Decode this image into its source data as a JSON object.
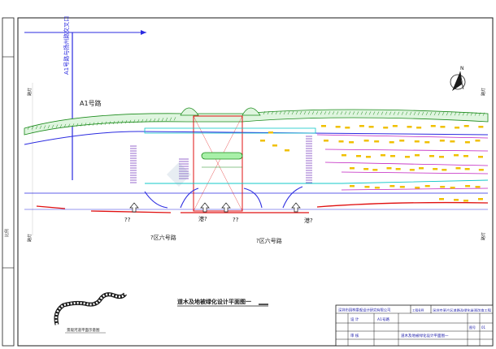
{
  "drawing": {
    "title": "道木及地被绿化设计平面图一",
    "colors": {
      "background": "#ffffff",
      "frame": "#1a1a1a",
      "road_blue": "#2a2ae0",
      "road_red": "#e01010",
      "cyan": "#10c8c8",
      "green": "#1a8a1a",
      "magenta": "#c020c0",
      "yellow": "#f0c000",
      "purple": "#6a2ab8"
    }
  },
  "labels": {
    "vertical_road": "A1号路与扬州路交叉口",
    "road_a1": "A1号路",
    "left_mark_upper": "路灯",
    "left_mark_lower": "路灯",
    "right_mark_upper": "路灯",
    "right_mark_lower": "路灯",
    "left_edge_mark": "比例",
    "q1": "??",
    "q2": "?区六号路",
    "q3": "??",
    "q4": "?区六号路",
    "entrance_left": "港?",
    "entrance_right": "港?",
    "north": "N"
  },
  "river_note": "景观河道平面示意图",
  "title_block": {
    "company": "深圳市园林景观设计研究有限公司",
    "project": "工程名称",
    "project_value": "深圳市某片区道路及绿化景观改造工程",
    "row2_left": "设 计",
    "row2_mid": "A1号路",
    "row3_left": "审 核",
    "row3_drawing": "道木及地被绿化设计平面图一",
    "sheet_label": "图号",
    "sheet_no": "01"
  }
}
